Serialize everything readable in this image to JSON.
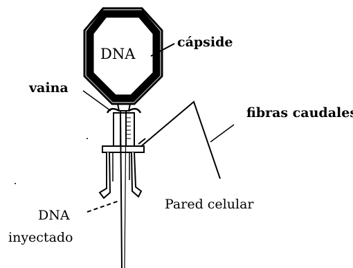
{
  "diagram": {
    "labels": {
      "capsid": "cápside",
      "dna_inside": "DNA",
      "sheath": "vaina",
      "tail_fibers": "fibras caudales",
      "cell_wall": "Pared celular",
      "injected_dna_line1": "DNA",
      "injected_dna_line2": "inyectado"
    }
  }
}
